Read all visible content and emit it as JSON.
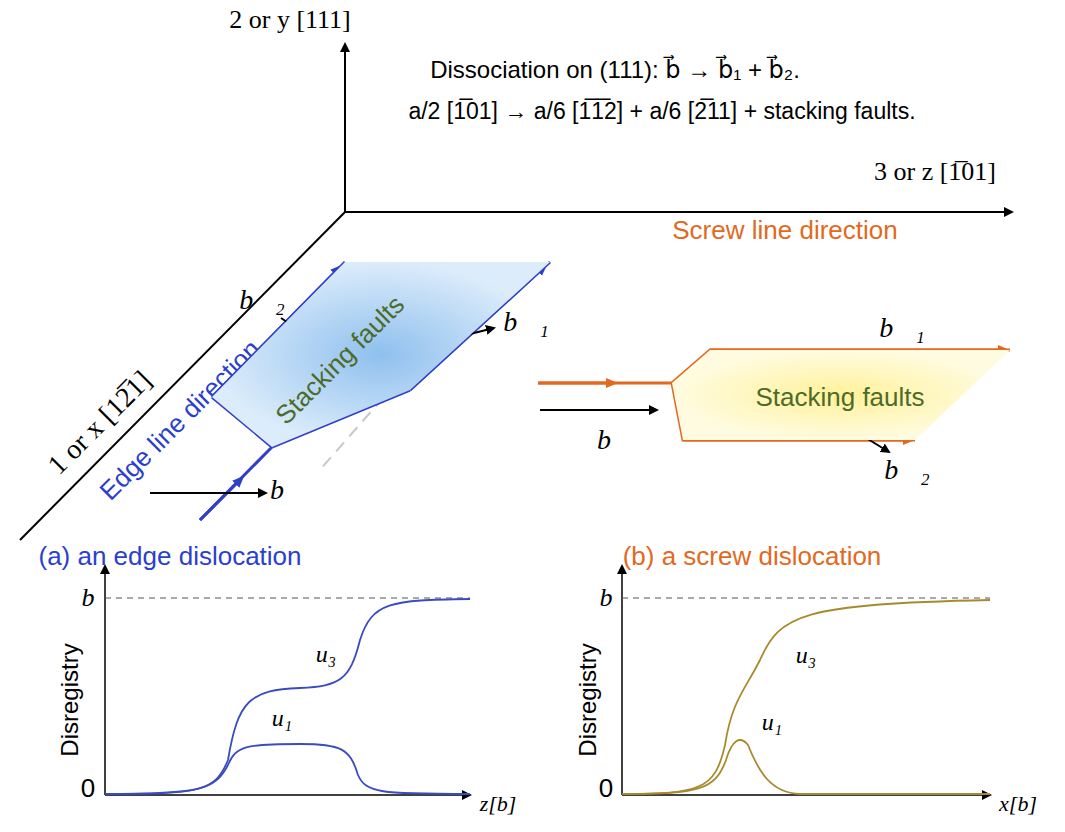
{
  "diagram": {
    "nodes": [
      {
        "text": [
          "Stacking faults"
        ]
      },
      {
        "text": [
          "Stacking faults"
        ]
      }
    ],
    "labels": [
      "2 or y [111]",
      "Dissociation on (111): b⃗ → b⃗₁ + b⃗₂.",
      "a/2 [1̅01] → a/6 [1̅1̅2] + a/6 [2̅11] + stacking faults.",
      "3 or z [1̅01]",
      "Screw line direction",
      "1 or x [12̅1]",
      "Edge line direction",
      "b⃗₂",
      "b⃗₁",
      "b⃗",
      "b⃗₁",
      "b⃗",
      "b⃗₂",
      "(a) an edge dislocation",
      "(b) a screw dislocation",
      "Disregistry",
      "b",
      "0",
      "u₃",
      "u₁",
      "z[b]",
      "Disregistry",
      "b",
      "0",
      "u₃",
      "u₁",
      "x[b]"
    ]
  }
}
